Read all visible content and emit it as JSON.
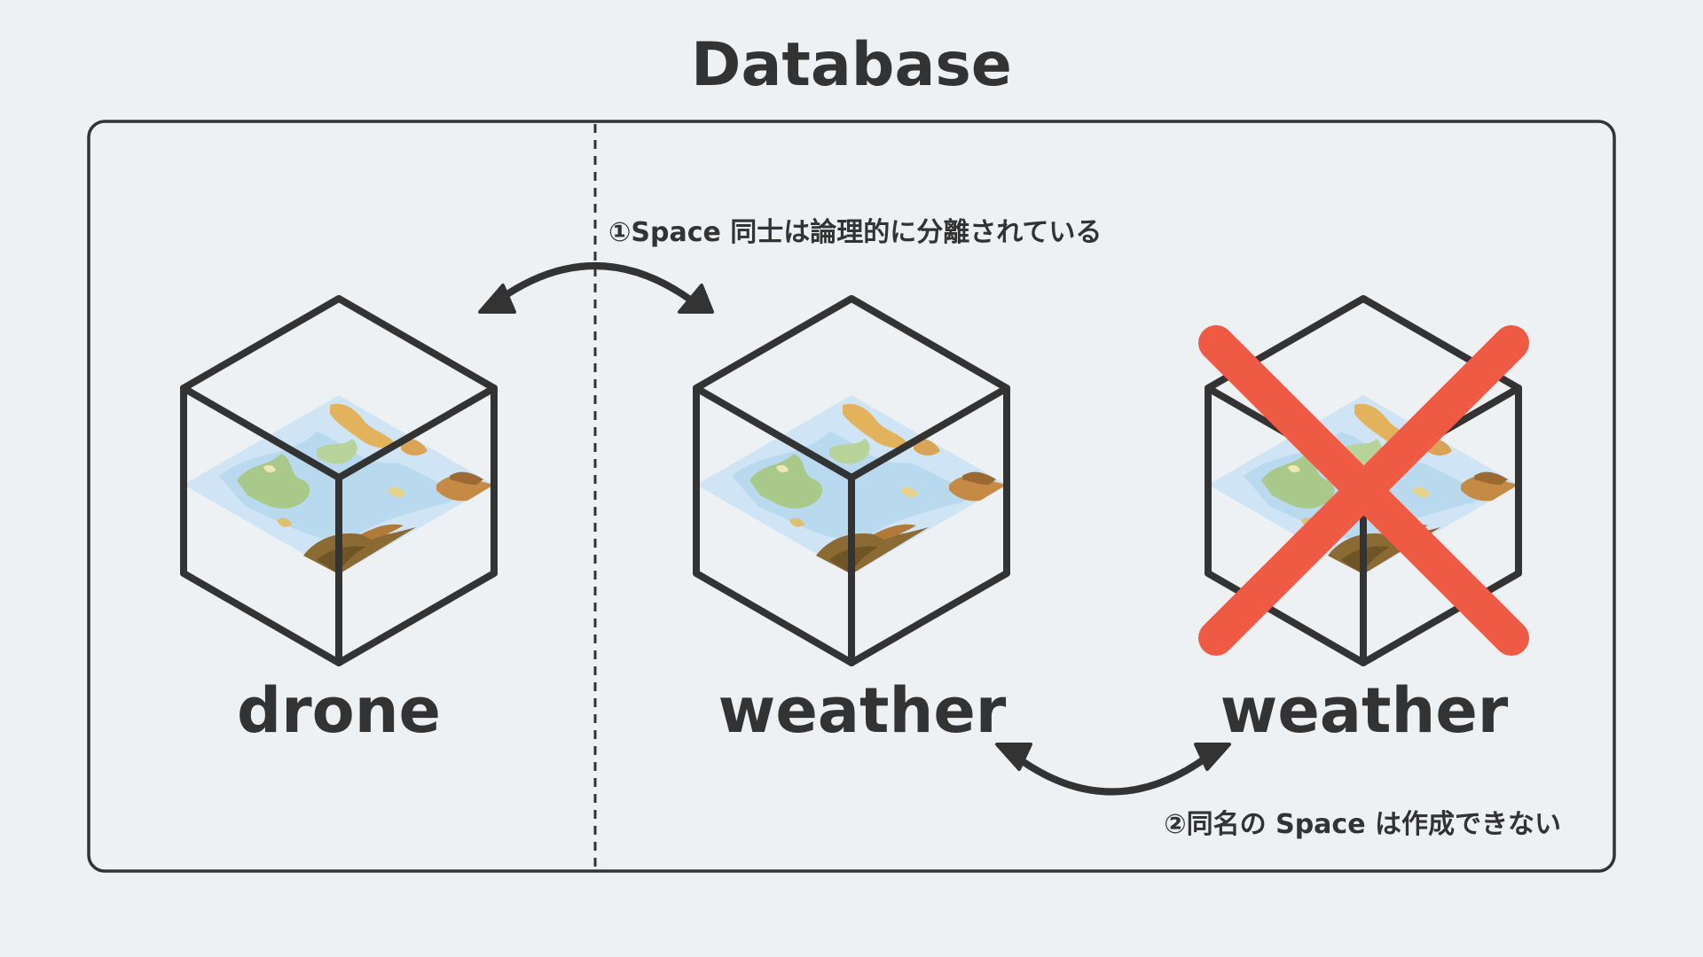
{
  "title": "Database",
  "spaces": [
    {
      "name": "drone",
      "status": "exists"
    },
    {
      "name": "weather",
      "status": "exists"
    },
    {
      "name": "weather",
      "status": "rejected"
    }
  ],
  "notes": {
    "isolation": "①Space 同士は論理的に分離されている",
    "duplicate": "②同名の Space は作成できない"
  },
  "colors": {
    "background": "#edf1f4",
    "ink": "#333333",
    "cross": "#ef5a44",
    "ocean": "#cfe5f5",
    "land_green": "#a9c98a",
    "land_brown": "#9b6a32"
  },
  "icons": [
    "cube-space-icon",
    "curved-double-arrow-icon",
    "x-mark-icon"
  ]
}
